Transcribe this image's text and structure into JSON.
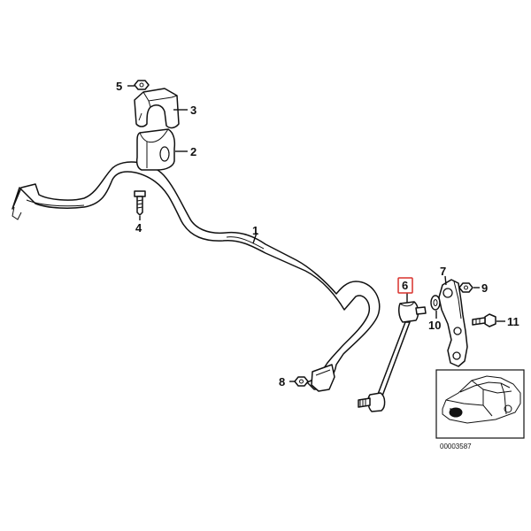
{
  "callouts": {
    "c1": "1",
    "c2": "2",
    "c3": "3",
    "c4": "4",
    "c5": "5",
    "c6": "6",
    "c7": "7",
    "c8": "8",
    "c9": "9",
    "c10": "10",
    "c11": "11"
  },
  "highlighted_part": "6",
  "reference_code": "00003587",
  "colors": {
    "line": "#111111",
    "highlight": "#d9302b",
    "background": "#ffffff"
  }
}
